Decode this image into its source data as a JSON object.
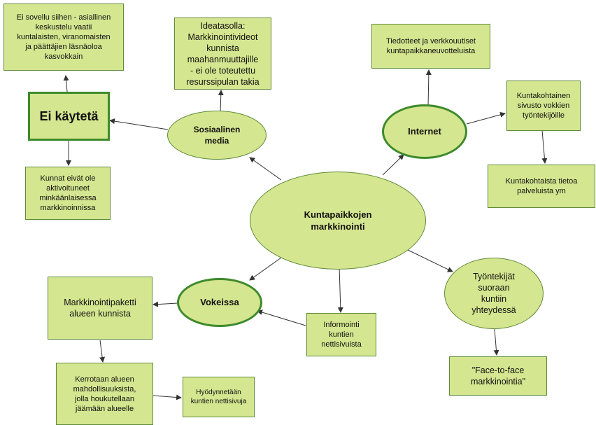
{
  "nodes": {
    "center": "Kuntapaikkojen\nmarkkinointi",
    "social": "Sosiaalinen\nmedia",
    "internet": "Internet",
    "vokeissa": "Vokeissa",
    "tyontekijat": "Työntekijät\nsuoraan\nkuntiin\nyhteydessä",
    "ei_sovellu": "Ei sovellu siihen - asiallinen\nkeskustelu vaatii\nkuntalaisten, viranomaisten\nja päättäjien läsnäoloa\nkasvokkain",
    "ideatasolla": "Ideatasolla:\nMarkkinointivideot\nkunnista\nmaahanmuuttajille\n- ei ole toteutettu\nresurssipulan takia",
    "ei_kayteta": "Ei käytetä",
    "kunnat": "Kunnat eivät ole\naktivoituneet\nminkäänlaisessa\nmarkkinoinnissa",
    "tiedotteet": "Tiedotteet ja verkkouutiset\nkuntapaikkaneuvotteluista",
    "kuntakohtainen": "Kuntakohtainen\nsivusto vokkien\ntyöntekijöille",
    "kuntakohtaista": "Kuntakohtaista tietoa\npalveluista ym",
    "markkinointipaketti": "Markkinointipaketti\nalueen kunnista",
    "kerrotaan": "Kerrotaan alueen\nmahdollisuuksista,\njolla houkutellaan\njäämään alueelle",
    "hyodynnetaan": "Hyödynnetään\nkuntien nettisivuja",
    "informointi": "Informointi\nkuntien\nnettisivuista",
    "face": "\"Face-to-face\nmarkkinointia\""
  },
  "colors": {
    "fill": "#d4e68f",
    "border": "#5f8a3a",
    "arrow": "#333333",
    "highlight_border": "#3e8a2c"
  }
}
